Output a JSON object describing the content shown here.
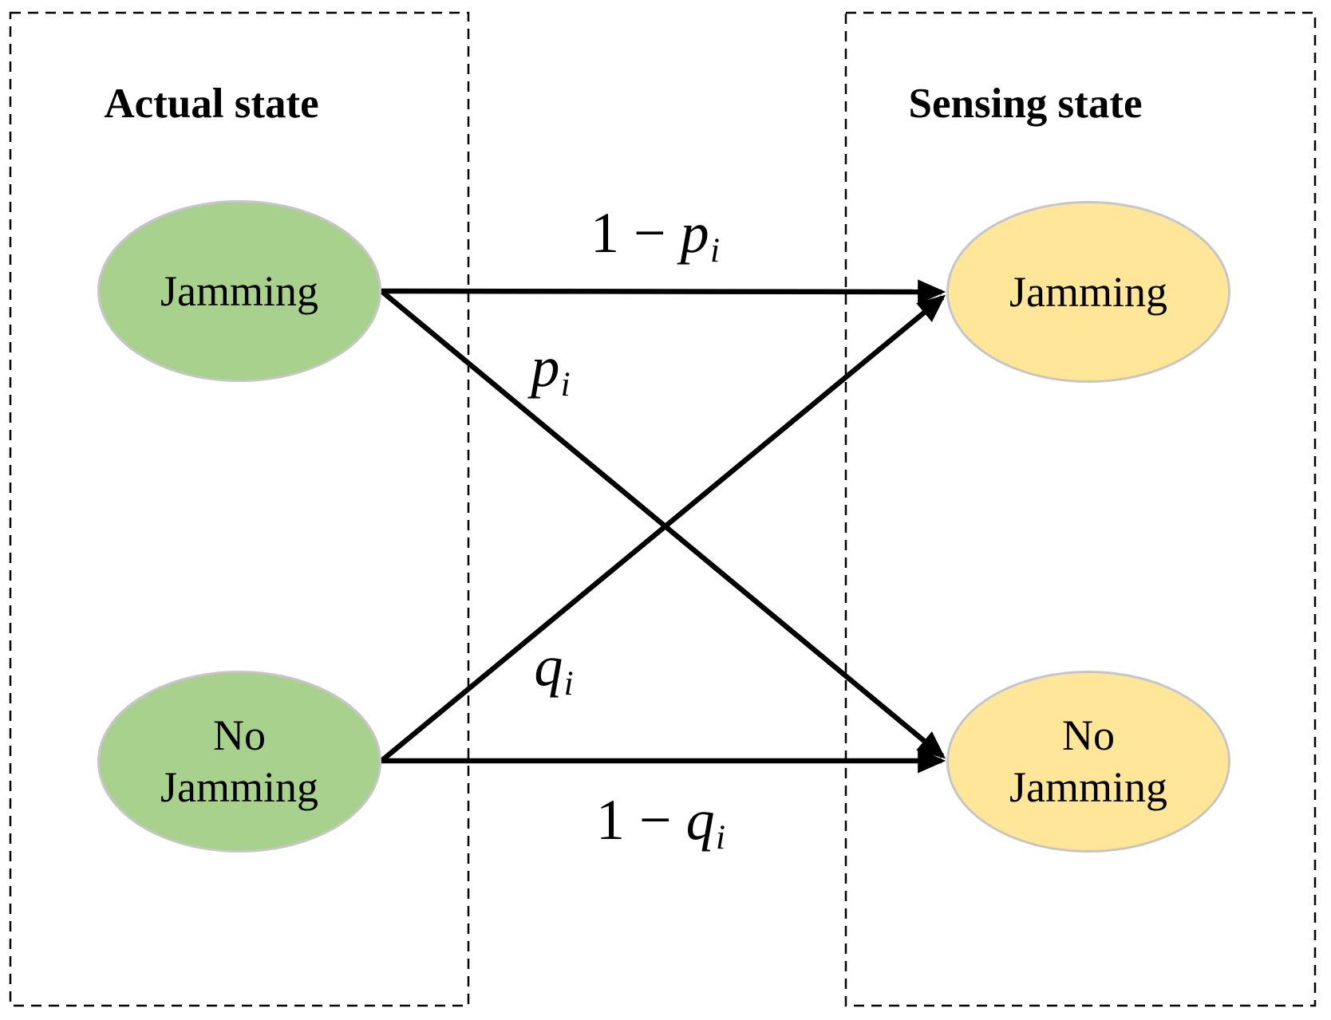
{
  "left_box": {
    "title": "Actual state",
    "nodes": [
      {
        "id": "actual-jamming",
        "label": "Jamming"
      },
      {
        "id": "actual-no-jamming",
        "label": "No\nJamming"
      }
    ]
  },
  "right_box": {
    "title": "Sensing state",
    "nodes": [
      {
        "id": "sensing-jamming",
        "label": "Jamming"
      },
      {
        "id": "sensing-no-jamming",
        "label": "No\nJamming"
      }
    ]
  },
  "edges": [
    {
      "from": "actual-jamming",
      "to": "sensing-jamming",
      "label": {
        "prefix": "1 − ",
        "variable": "p",
        "subscript": "i"
      }
    },
    {
      "from": "actual-jamming",
      "to": "sensing-no-jamming",
      "label": {
        "prefix": "",
        "variable": "p",
        "subscript": "i"
      }
    },
    {
      "from": "actual-no-jamming",
      "to": "sensing-jamming",
      "label": {
        "prefix": "",
        "variable": "q",
        "subscript": "i"
      }
    },
    {
      "from": "actual-no-jamming",
      "to": "sensing-no-jamming",
      "label": {
        "prefix": "1 − ",
        "variable": "q",
        "subscript": "i"
      }
    }
  ],
  "colors": {
    "background": "#ffffff",
    "actual_node_fill": "#a9d18e",
    "sensing_node_fill": "#ffe699",
    "node_border": "#c6c6c6",
    "arrow": "#000000",
    "box_border": "#000000"
  }
}
